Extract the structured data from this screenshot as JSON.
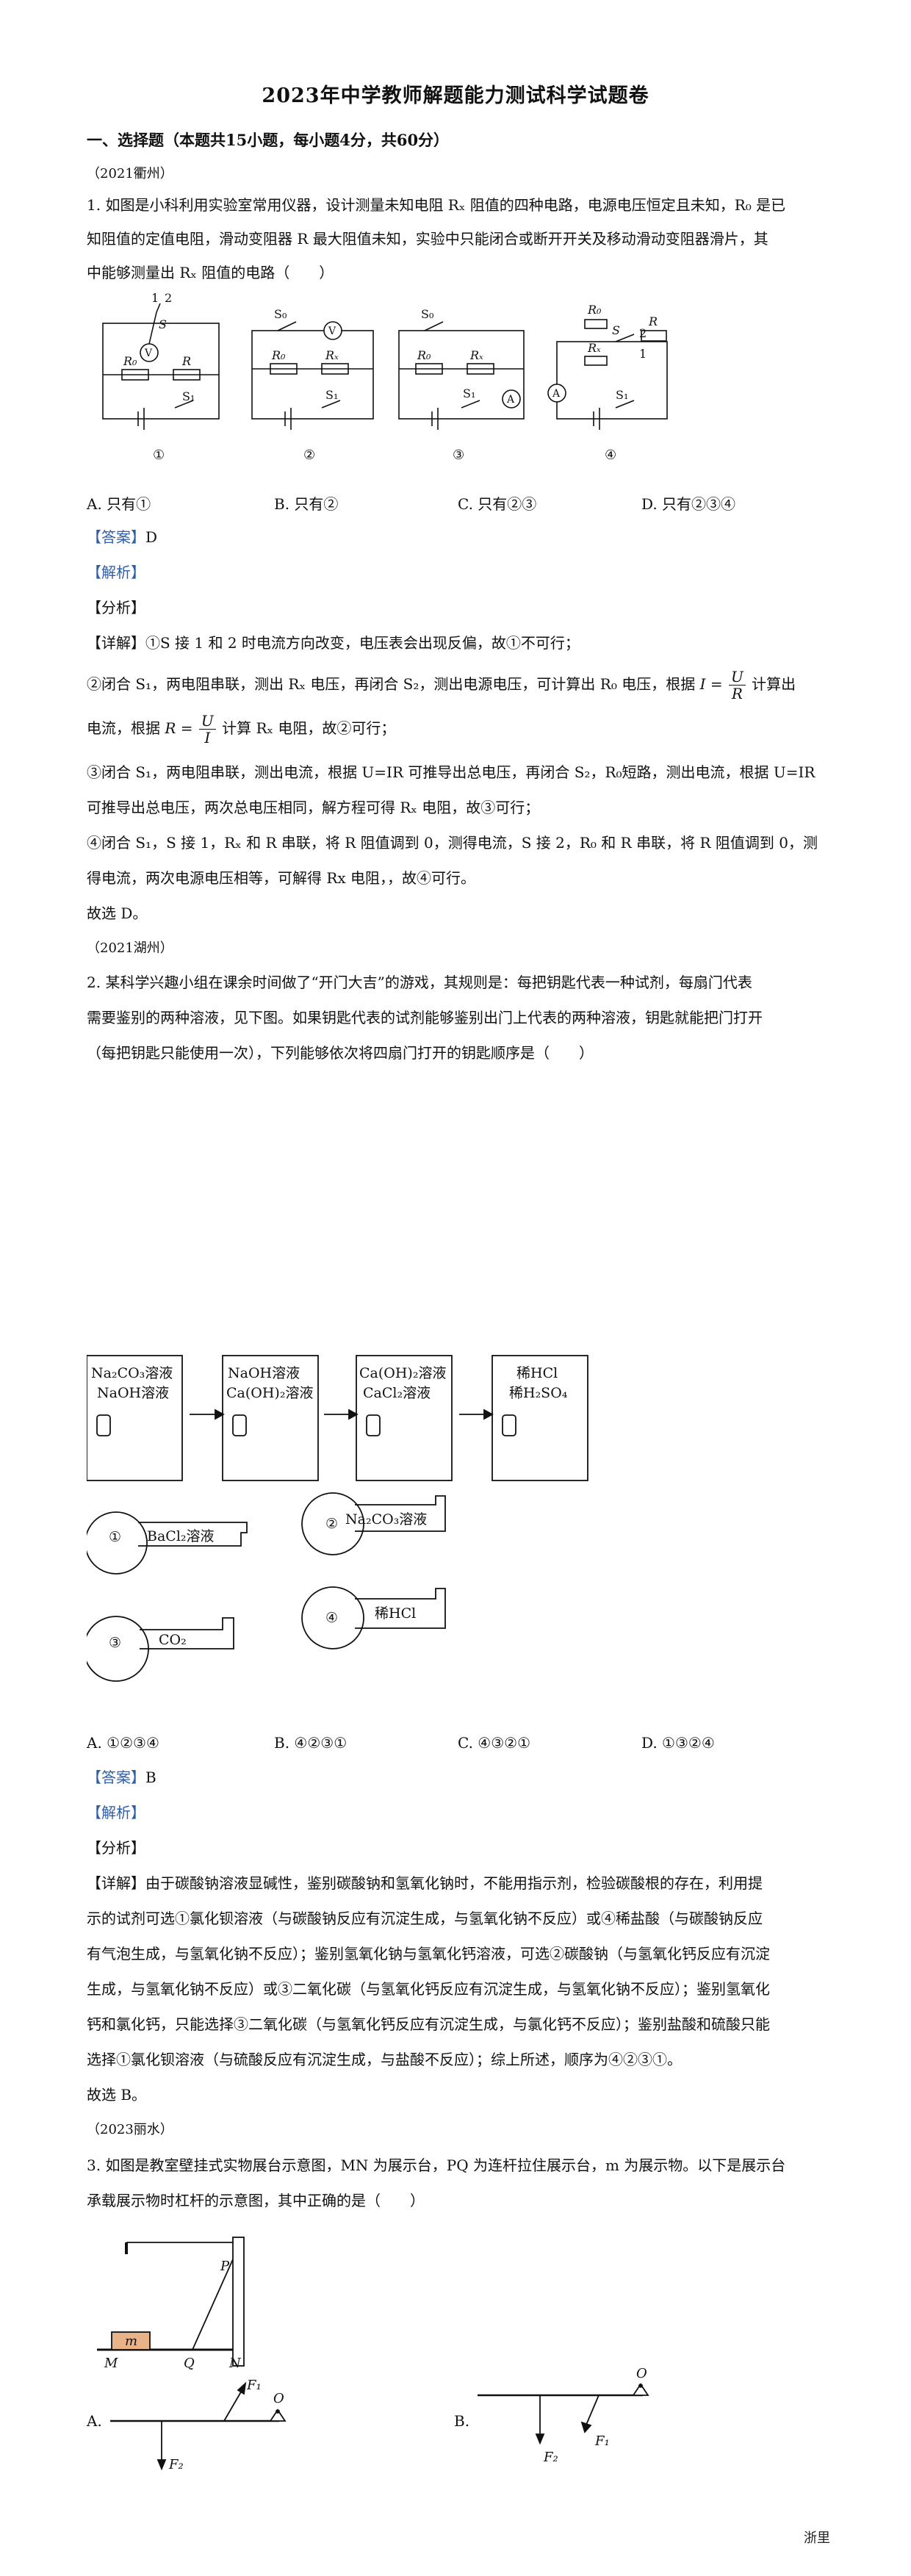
{
  "title": "2023年中学教师解题能力测试科学试题卷",
  "section1": "一、选择题（本题共15小题，每小题4分，共60分）",
  "q1": {
    "source": "（2021衢州）",
    "stem1": "1. 如图是小科利用实验室常用仪器，设计测量未知电阻 Rₓ 阻值的四种电路，电源电压恒定且未知，R₀ 是已",
    "stem2": "知阻值的定值电阻，滑动变阻器 R 最大阻值未知，实验中只能闭合或断开开关及移动滑动变阻器滑片，其",
    "stem3": "中能够测量出 Rₓ 阻值的电路（　　）",
    "figure_labels": [
      "①",
      "②",
      "③",
      "④"
    ],
    "circuit_marks": [
      "1",
      "2",
      "S",
      "S₀",
      "S₁",
      "R₀",
      "R",
      "Rₓ",
      "V",
      "A"
    ],
    "options": [
      "A. 只有①",
      "B. 只有②",
      "C. 只有②③",
      "D. 只有②③④"
    ],
    "answer_tag": "【答案】",
    "answer": "D",
    "analysis_tag": "【解析】",
    "fenxi_tag": "【分析】",
    "detail1": "【详解】①S 接 1 和 2 时电流方向改变，电压表会出现反偏，故①不可行；",
    "detail2a": "②闭合 S₁，两电阻串联，测出 Rₓ 电压，再闭合 S₂，测出电源电压，可计算出 R₀ 电压，根据",
    "detail2b": "计算出",
    "detail3a": "电流，根据",
    "detail3b": "计算 Rₓ 电阻，故②可行；",
    "formula_I": "I =",
    "formula_R": "R =",
    "formula_U": "U",
    "formula_Rd": "R",
    "formula_Id": "I",
    "detail4": "③闭合 S₁，两电阻串联，测出电流，根据 U=IR 可推导出总电压，再闭合 S₂，R₀短路，测出电流，根据 U=IR",
    "detail5": "可推导出总电压，两次总电压相同，解方程可得 Rₓ 电阻，故③可行；",
    "detail6": "④闭合 S₁，S 接 1，Rₓ 和 R 串联，将 R 阻值调到 0，测得电流，S 接 2，R₀ 和 R 串联，将 R 阻值调到 0，测",
    "detail7": "得电流，两次电源电压相等，可解得 Rx 电阻，，故④可行。",
    "conclusion": "故选 D。"
  },
  "q2": {
    "source": "（2021湖州）",
    "stem1": "2. 某科学兴趣小组在课余时间做了“开门大吉”的游戏，其规则是：每把钥匙代表一种试剂，每扇门代表",
    "stem2": "需要鉴别的两种溶液，见下图。如果钥匙代表的试剂能够鉴别出门上代表的两种溶液，钥匙就能把门打开",
    "stem3": "（每把钥匙只能使用一次），下列能够依次将四扇门打开的钥匙顺序是（　　）",
    "doors": [
      {
        "line1": "Na₂CO₃溶液",
        "line2": "NaOH溶液"
      },
      {
        "line1": "NaOH溶液",
        "line2": "Ca(OH)₂溶液"
      },
      {
        "line1": "Ca(OH)₂溶液",
        "line2": "CaCl₂溶液"
      },
      {
        "line1": "稀HCl",
        "line2": "稀H₂SO₄"
      }
    ],
    "keys": [
      {
        "num": "①",
        "label": "BaCl₂溶液"
      },
      {
        "num": "②",
        "label": "Na₂CO₃溶液"
      },
      {
        "num": "③",
        "label": "CO₂"
      },
      {
        "num": "④",
        "label": "稀HCl"
      }
    ],
    "options": [
      "A. ①②③④",
      "B. ④②③①",
      "C. ④③②①",
      "D. ①③②④"
    ],
    "answer_tag": "【答案】",
    "answer": "B",
    "analysis_tag": "【解析】",
    "fenxi_tag": "【分析】",
    "d1": "【详解】由于碳酸钠溶液显碱性，鉴别碳酸钠和氢氧化钠时，不能用指示剂，检验碳酸根的存在，利用提",
    "d2": "示的试剂可选①氯化钡溶液（与碳酸钠反应有沉淀生成，与氢氧化钠不反应）或④稀盐酸（与碳酸钠反应",
    "d3": "有气泡生成，与氢氧化钠不反应）；鉴别氢氧化钠与氢氧化钙溶液，可选②碳酸钠（与氢氧化钙反应有沉淀",
    "d4": "生成，与氢氧化钠不反应）或③二氧化碳（与氢氧化钙反应有沉淀生成，与氢氧化钠不反应）；鉴别氢氧化",
    "d5": "钙和氯化钙，只能选择③二氧化碳（与氢氧化钙反应有沉淀生成，与氯化钙不反应）；鉴别盐酸和硫酸只能",
    "d6": "选择①氯化钡溶液（与硫酸反应有沉淀生成，与盐酸不反应）；综上所述，顺序为④②③①。",
    "conclusion": "故选 B。"
  },
  "q3": {
    "source": "（2023丽水）",
    "stem1": "3. 如图是教室壁挂式实物展台示意图，MN 为展示台，PQ 为连杆拉住展示台，m 为展示物。以下是展示台",
    "stem2": "承载展示物时杠杆的示意图，其中正确的是（　　）",
    "fig_labels": {
      "P": "P",
      "m": "m",
      "M": "M",
      "Q": "Q",
      "N": "N"
    },
    "optA": "A.",
    "optB": "B.",
    "F1": "F₁",
    "F2": "F₂",
    "O": "O"
  },
  "footer": "浙里"
}
